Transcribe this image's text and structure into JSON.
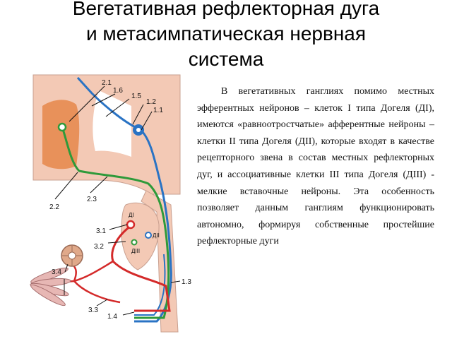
{
  "title_lines": [
    "Вегетативная рефлекторная дуга",
    "и метасимпатическая нервная",
    "система"
  ],
  "body_text": "В вегетативных ганглиях помимо местных эфферентных нейронов – клеток I типа Догеля (ДI), имеются «равноотростчатые» афферентные нейроны – клетки II типа Догеля (ДII), которые входят в качестве рецепторного звена в состав местных рефлекторных дуг, и ассоциативные клетки III типа Догеля (ДIII) - мелкие вставочные нейроны. Эта особенность позволяет данным ганглиям функционировать автономно, формируя собственные простейшие рефлекторные дуги",
  "diagram_labels": {
    "l2_1": "2.1",
    "l1_6": "1.6",
    "l1_5": "1.5",
    "l1_2": "1.2",
    "l1_1": "1.1",
    "l2_3": "2.3",
    "l2_2": "2.2",
    "l3_1": "3.1",
    "l3_2": "3.2",
    "l3_4": "3.4",
    "l3_3": "3.3",
    "l1_3": "1.3",
    "l1_4": "1.4",
    "d1": "ДI",
    "d2": "ДII",
    "d3": "ДIII"
  },
  "colors": {
    "spinal_cord": "#f3c9b5",
    "gray_matter": "#e8915a",
    "afferent_blue": "#2a73c4",
    "efferent_green": "#2e9a3a",
    "postganglionic_red": "#d42a2a",
    "ganglion_fill": "#f3c9b5"
  }
}
